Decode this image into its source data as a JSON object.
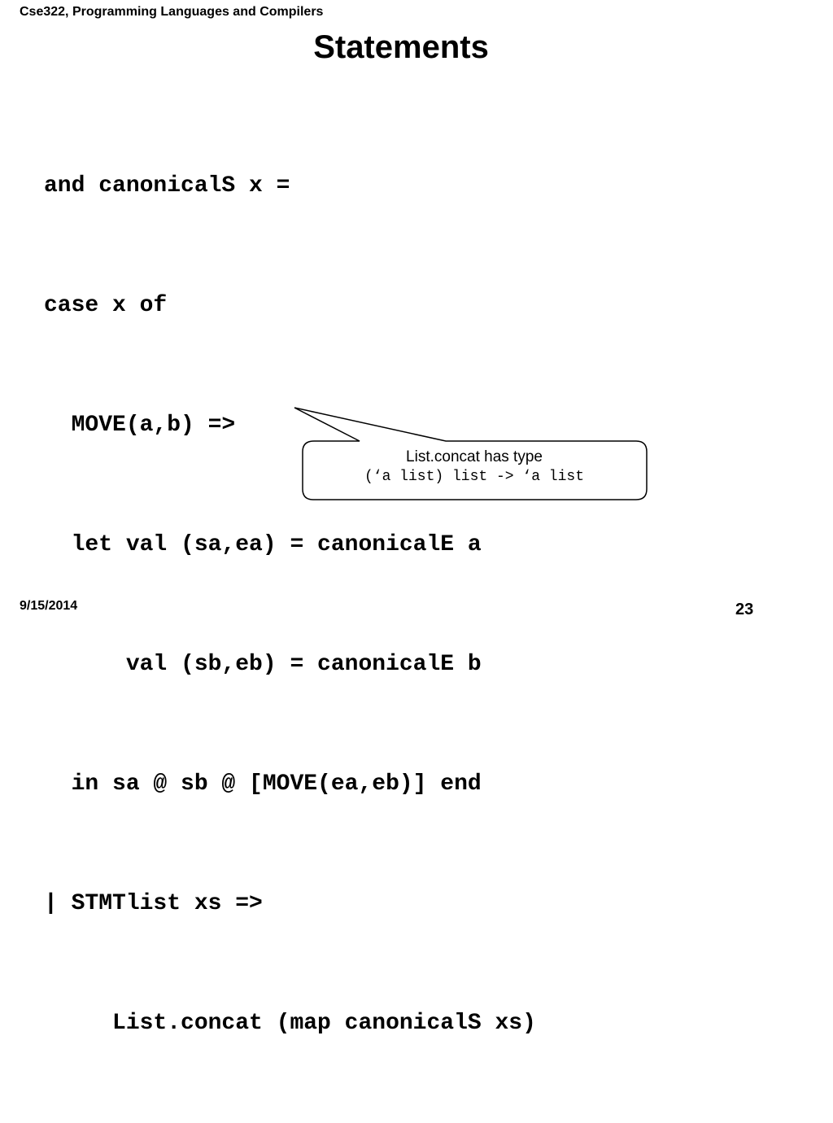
{
  "header": {
    "course": "Cse322, Programming Languages and Compilers"
  },
  "title": "Statements",
  "code_lines": [
    "and canonicalS x =",
    "case x of",
    "  MOVE(a,b) =>",
    "  let val (sa,ea) = canonicalE a",
    "      val (sb,eb) = canonicalE b",
    "  in sa @ sb @ [MOVE(ea,eb)] end",
    "| STMTlist xs =>",
    "     List.concat (map canonicalS xs)"
  ],
  "callout": {
    "line1": "List.concat has type",
    "line2": "(‘a list) list -> ‘a list"
  },
  "footer": {
    "date": "9/15/2014",
    "page_number": "23"
  },
  "colors": {
    "background": "#ffffff",
    "text": "#000000",
    "callout_border": "#000000"
  }
}
